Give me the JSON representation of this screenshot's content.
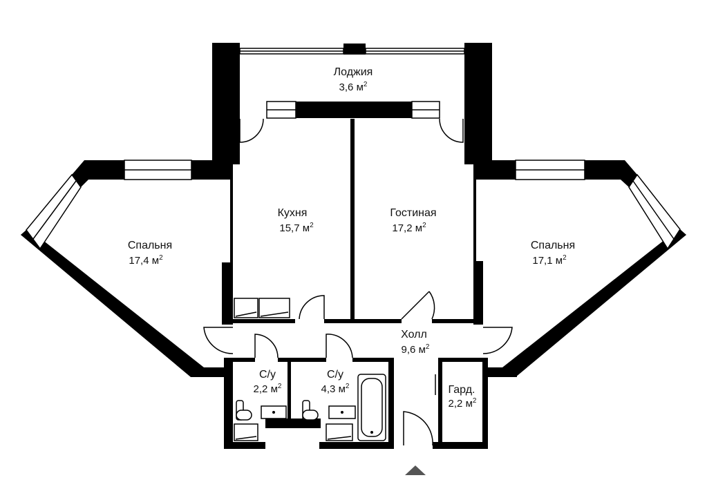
{
  "plan": {
    "rooms": {
      "loggia": {
        "name": "Лоджия",
        "area": "3,6",
        "unit": "м",
        "power": "2"
      },
      "kitchen": {
        "name": "Кухня",
        "area": "15,7",
        "unit": "м",
        "power": "2"
      },
      "living": {
        "name": "Гостиная",
        "area": "17,2",
        "unit": "м",
        "power": "2"
      },
      "bedroom_left": {
        "name": "Спальня",
        "area": "17,4",
        "unit": "м",
        "power": "2"
      },
      "bedroom_right": {
        "name": "Спальня",
        "area": "17,1",
        "unit": "м",
        "power": "2"
      },
      "hall": {
        "name": "Холл",
        "area": "9,6",
        "unit": "м",
        "power": "2"
      },
      "bath_small": {
        "name": "С/у",
        "area": "2,2",
        "unit": "м",
        "power": "2"
      },
      "bath_large": {
        "name": "С/у",
        "area": "4,3",
        "unit": "м",
        "power": "2"
      },
      "wardrobe": {
        "name": "Гард.",
        "area": "2,2",
        "unit": "м",
        "power": "2"
      }
    },
    "colors": {
      "wall": "#000000",
      "background": "#ffffff",
      "entrance_marker": "#555555"
    },
    "icons": [
      "entrance-arrow-icon",
      "bathtub-icon",
      "toilet-icon",
      "sink-icon",
      "door-swing-icon"
    ]
  }
}
